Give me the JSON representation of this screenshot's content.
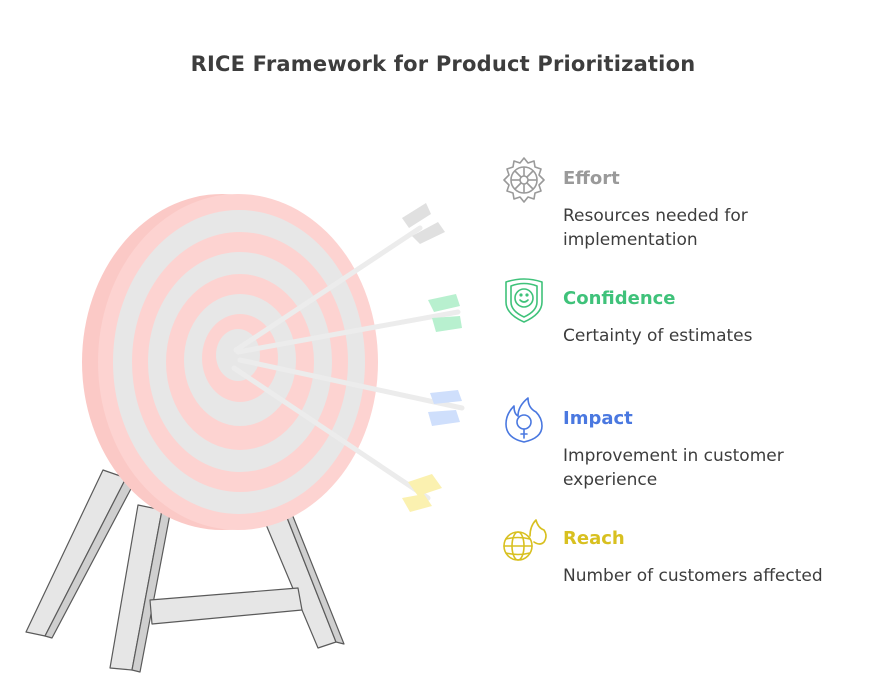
{
  "title": "RICE Framework for Product Prioritization",
  "items": [
    {
      "label": "Effort",
      "description": "Resources needed for implementation",
      "color": "#9a9a9a",
      "icon": "gear-icon"
    },
    {
      "label": "Confidence",
      "description": "Certainty of estimates",
      "color": "#3fc27a",
      "icon": "shield-smile-icon"
    },
    {
      "label": "Impact",
      "description": "Improvement in customer experience",
      "color": "#4a78e0",
      "icon": "flame-lightbulb-icon"
    },
    {
      "label": "Reach",
      "description": "Number of customers affected",
      "color": "#d8c020",
      "icon": "globe-flame-icon"
    }
  ],
  "arrow_fletching_colors": [
    "#e0e0e0",
    "#b8f0cf",
    "#cfdffc",
    "#fbf1b0"
  ],
  "target_colors": {
    "ring": "#fdd3d1",
    "inner": "#e7e7e7",
    "stand": "#e6e6e6"
  }
}
